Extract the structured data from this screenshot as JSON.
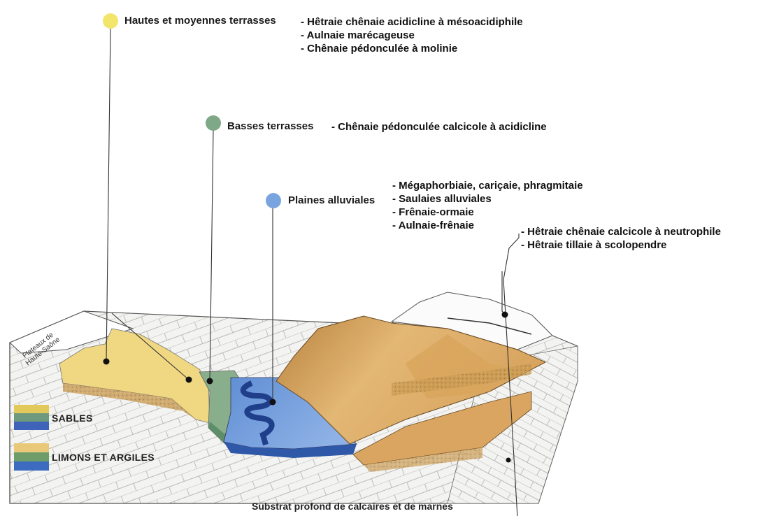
{
  "zones": [
    {
      "id": "hautes",
      "label": "Hautes et moyennes terrasses",
      "color": "#f2e66a",
      "vegetation": [
        "- Hêtraie chênaie acidicline à mésoacidiphile",
        "- Aulnaie marécageuse",
        "- Chênaie pédonculée à molinie"
      ]
    },
    {
      "id": "basses",
      "label": "Basses terrasses",
      "color": "#7fa886",
      "vegetation": [
        "- Chênaie pédonculée calcicole à acidicline"
      ]
    },
    {
      "id": "plaines",
      "label": "Plaines alluviales",
      "color": "#7aa4df",
      "vegetation": [
        "- Mégaphorbiaie, cariçaie, phragmitaie",
        "- Saulaies alluviales",
        "- Frênaie-ormaie",
        "- Aulnaie-frênaie"
      ]
    }
  ],
  "slopes": {
    "vegetation": [
      "- Hêtraie chênaie calcicole à neutrophile",
      "- Hêtraie tillaie à scolopendre"
    ]
  },
  "plateau_label": [
    "Plateaux de",
    "Haute-Saône"
  ],
  "legend": [
    {
      "label": "SABLES",
      "colors": [
        "#e2c95a",
        "#6f9a7d",
        "#3f63b8"
      ]
    },
    {
      "label": "LIMONS ET ARGILES",
      "colors": [
        "#e9c879",
        "#6e9d6a",
        "#3c6bc0"
      ]
    }
  ],
  "caption": "Substrat profond de calcaires et de marnes"
}
